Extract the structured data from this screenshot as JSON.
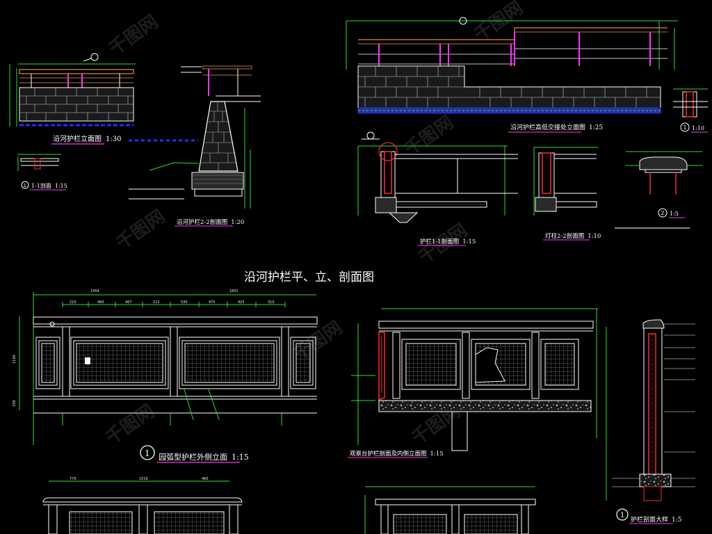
{
  "sheet": {
    "main_title": "沿河护栏平、立、剖面图"
  },
  "drawings": [
    {
      "key": "river_elev",
      "title": "沿河护栏立面图",
      "scale": "1:30"
    },
    {
      "key": "sec_1_1_small",
      "number": "1",
      "title": "1-1剖面",
      "scale": "1:15"
    },
    {
      "key": "river_2_2",
      "title": "沿河护栏2-2剖面图",
      "scale": "1:20"
    },
    {
      "key": "height_change",
      "title": "沿河护栏高低交接处立面图",
      "scale": "1:25"
    },
    {
      "key": "detail_1",
      "number": "1",
      "scale": "1:10"
    },
    {
      "key": "rail_1_1",
      "title": "护栏1-1剖面图",
      "scale": "1:15"
    },
    {
      "key": "lamp_2_2",
      "title": "灯柱2-2剖面图",
      "scale": "1:10"
    },
    {
      "key": "detail_2",
      "number": "2",
      "scale": "1:5"
    },
    {
      "key": "arc_elev",
      "number": "1",
      "title": "园弧型护栏外侧立面",
      "scale": "1:15"
    },
    {
      "key": "viewing",
      "title": "观景台护栏剖面及内侧立面图",
      "scale": "1:15"
    },
    {
      "key": "rail_detail",
      "number": "1",
      "title": "护栏剖面大样",
      "scale": "1:5"
    }
  ],
  "dimensions": {
    "arc_top": [
      "1454",
      "1601"
    ],
    "arc_segments": [
      "210",
      "460",
      "467",
      "215",
      "530",
      "475",
      "425",
      "310"
    ],
    "arc_side": [
      "1160",
      "330"
    ],
    "bottom_segments": [
      "770",
      "1510",
      "460"
    ]
  },
  "watermark": {
    "text": "千图网"
  },
  "colors": {
    "background": "#000000",
    "line_white": "#ffffff",
    "dim_green": "#2ce02c",
    "magenta": "#ff33ff",
    "red": "#ff2a2a",
    "yellow": "#f4f45a",
    "blue": "#2a2aff",
    "brown": "#b07830"
  }
}
